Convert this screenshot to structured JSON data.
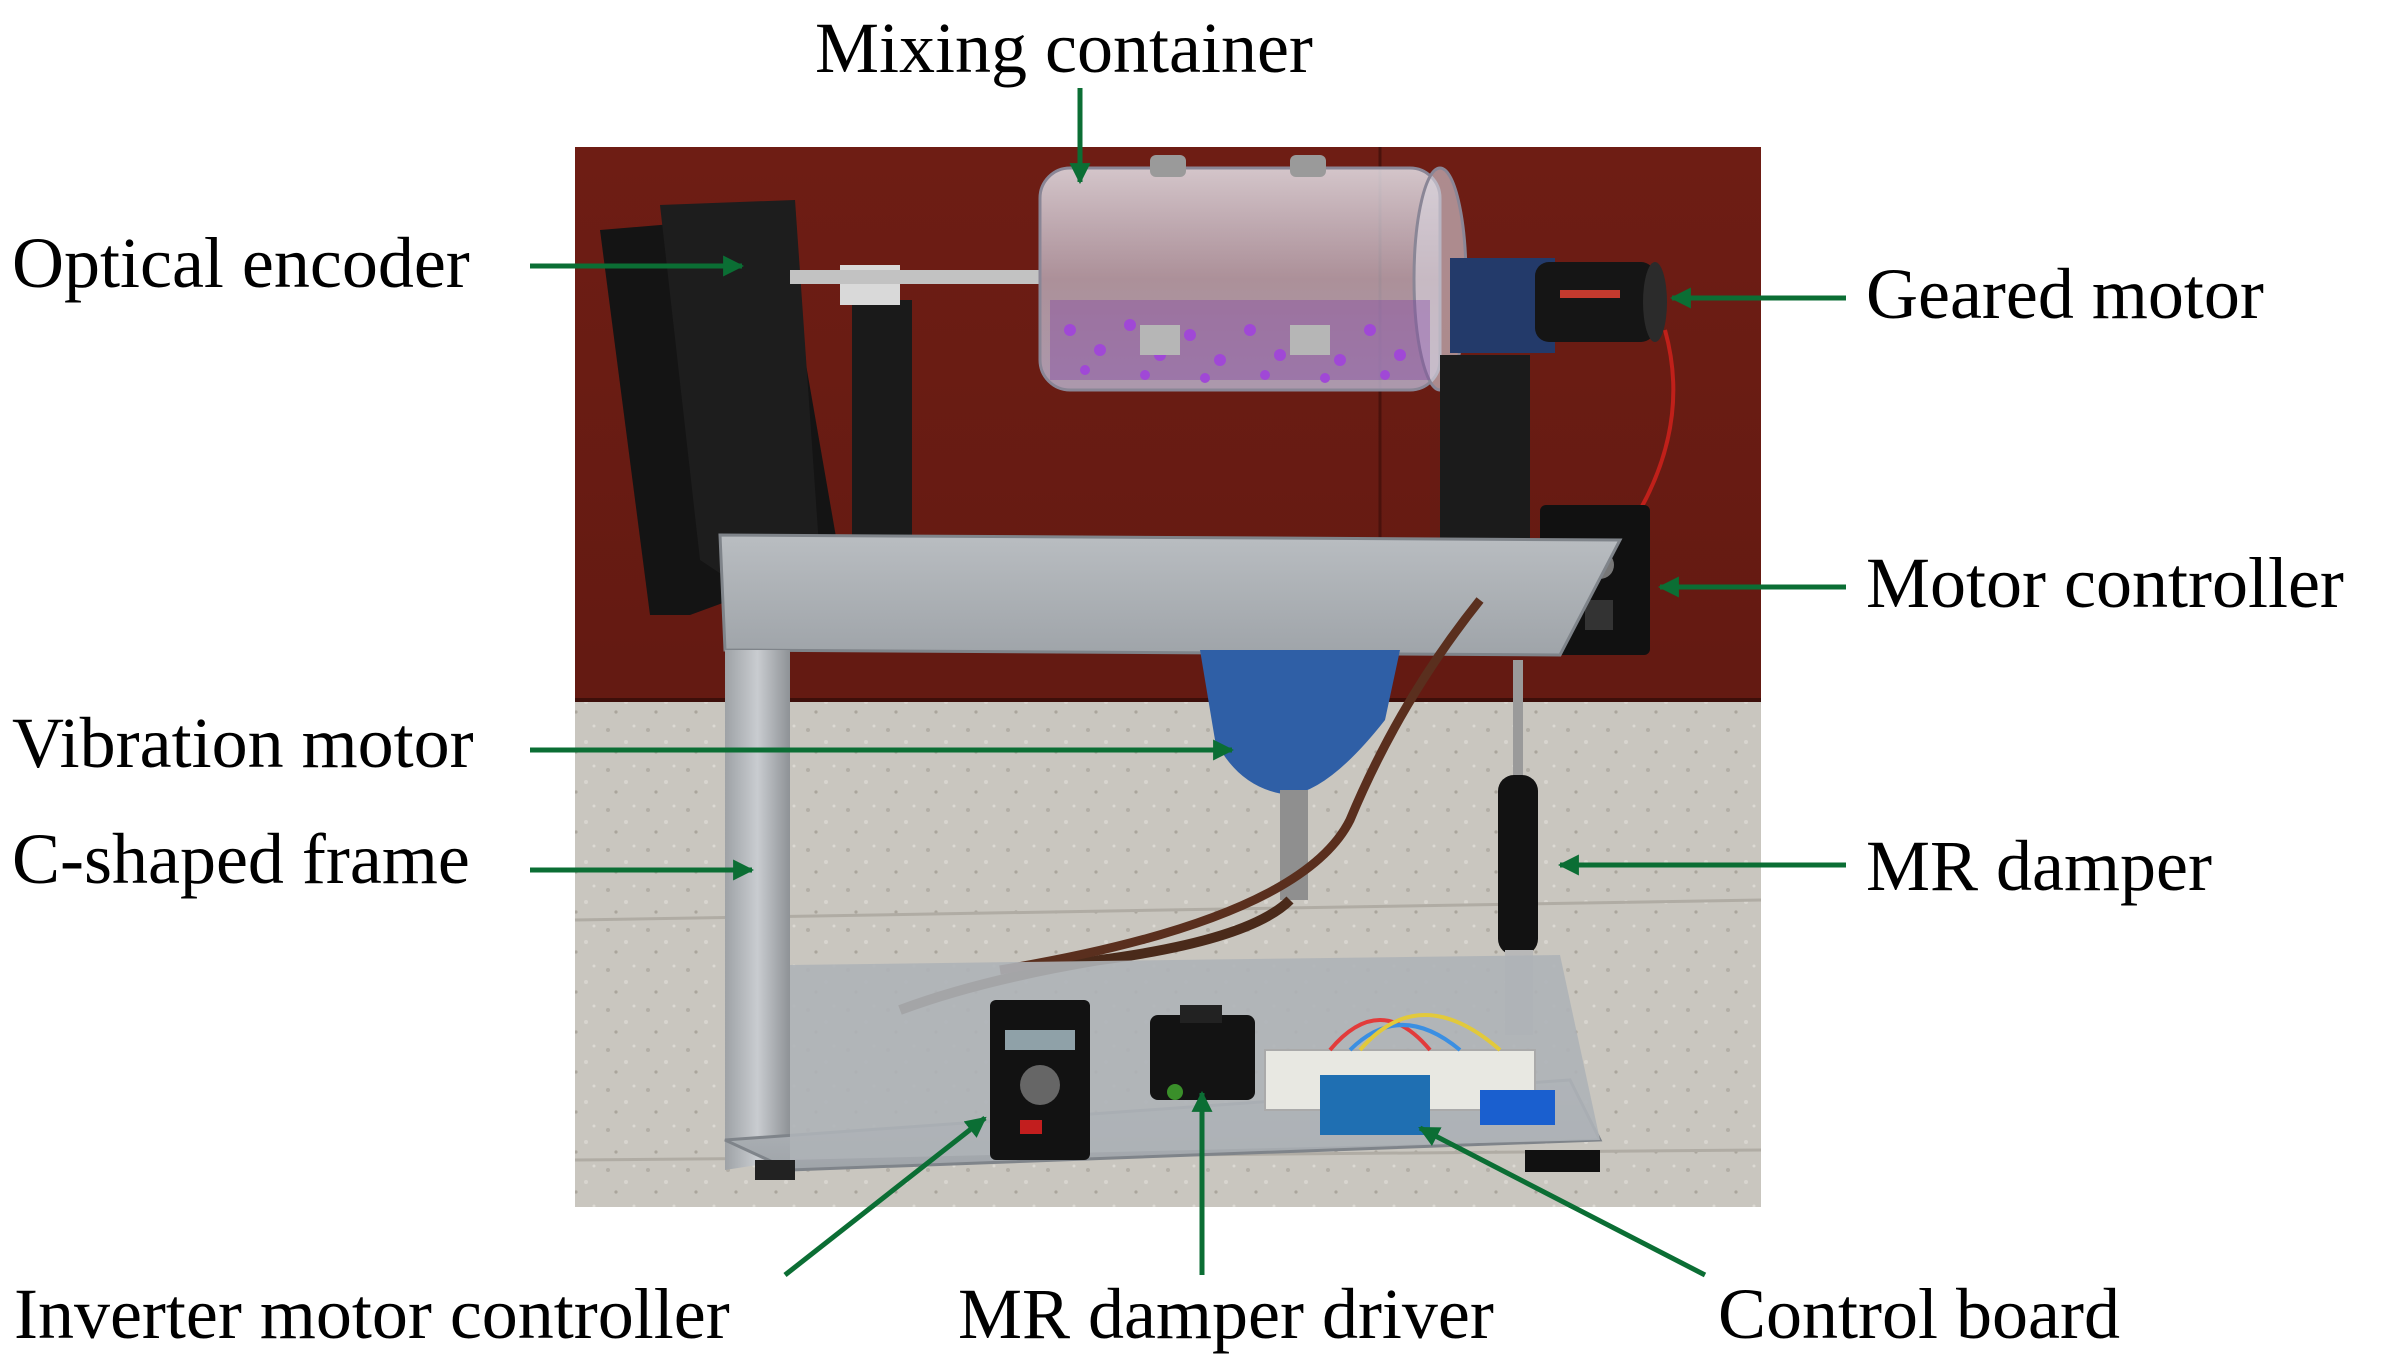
{
  "figure": {
    "type": "annotated-photograph",
    "annotation_color": "#0b6e34",
    "labels": {
      "mixing_container": "Mixing container",
      "optical_encoder": "Optical encoder",
      "geared_motor": "Geared motor",
      "motor_controller": "Motor controller",
      "vibration_motor": "Vibration motor",
      "c_shaped_frame": "C-shaped frame",
      "mr_damper": "MR damper",
      "inverter_motor_controller": "Inverter motor controller",
      "mr_damper_driver": "MR damper driver",
      "control_board": "Control board"
    }
  }
}
